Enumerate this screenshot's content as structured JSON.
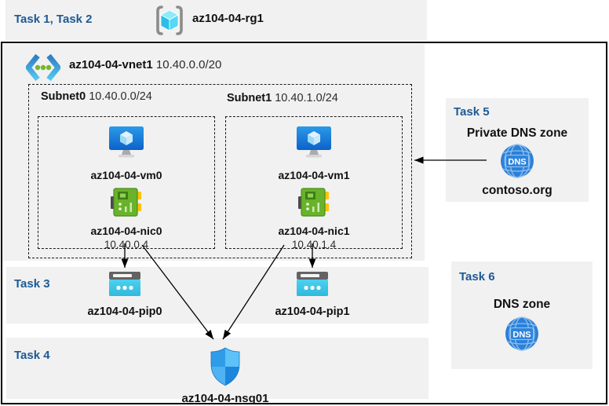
{
  "colors": {
    "task_blue": "#1c5a96",
    "band_bg": "#f1f1f1",
    "vm_screen_blue": "#1886db",
    "nic_green": "#68b32a",
    "pip_cyan": "#3bc7ea",
    "dns_blue": "#2c80d8",
    "nsg_blue_dark": "#1b87dc",
    "nsg_blue_light": "#5ec1f7",
    "rg_cube_cyan": "#55d7f5",
    "arrow_black": "#000000"
  },
  "header": {
    "task_label": "Task 1, Task 2",
    "rg_name": "az104-04-rg1"
  },
  "vnet": {
    "name": "az104-04-vnet1",
    "cidr": "10.40.0.0/20",
    "subnets": [
      {
        "name": "Subnet0",
        "cidr": "10.40.0.0/24",
        "vm": "az104-04-vm0",
        "nic": "az104-04-nic0",
        "ip": "10.40.0.4"
      },
      {
        "name": "Subnet1",
        "cidr": "10.40.1.0/24",
        "vm": "az104-04-vm1",
        "nic": "az104-04-nic1",
        "ip": "10.40.1.4"
      }
    ]
  },
  "task3": {
    "label": "Task 3",
    "pip0": "az104-04-pip0",
    "pip1": "az104-04-pip1"
  },
  "task4": {
    "label": "Task 4",
    "nsg": "az104-04-nsg01"
  },
  "task5": {
    "label": "Task 5",
    "title": "Private DNS zone",
    "zone": "contoso.org"
  },
  "task6": {
    "label": "Task 6",
    "title": "DNS zone"
  },
  "icons": {
    "dns_text": "DNS"
  }
}
